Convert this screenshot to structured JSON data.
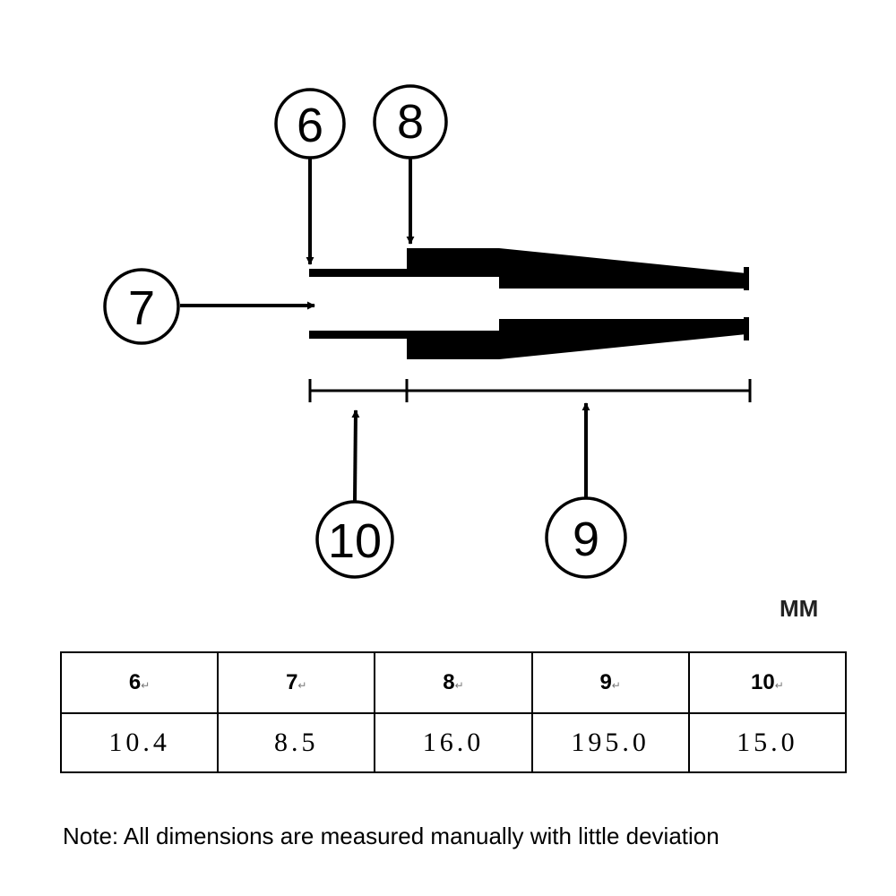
{
  "labels": [
    "6",
    "7",
    "8",
    "9",
    "10"
  ],
  "unit": "MM",
  "table": {
    "headers": [
      "6",
      "7",
      "8",
      "9",
      "10"
    ],
    "values": [
      "10.4",
      "8.5",
      "16.0",
      "195.0",
      "15.0"
    ]
  },
  "note": "Note: All dimensions are measured manually with little deviation"
}
